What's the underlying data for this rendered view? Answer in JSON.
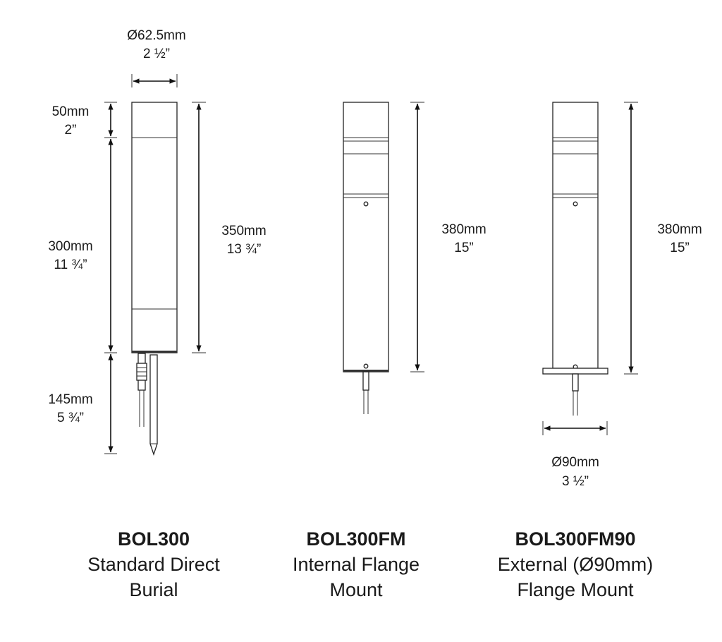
{
  "products": [
    {
      "model": "BOL300",
      "desc_line1": "Standard Direct",
      "desc_line2": "Burial",
      "dims": {
        "diameter_mm": "Ø62.5mm",
        "diameter_in": "2 ½”",
        "head_mm": "50mm",
        "head_in": "2”",
        "body_mm": "300mm",
        "body_in": "11 ¾”",
        "total_mm": "350mm",
        "total_in": "13 ¾”",
        "spike_mm": "145mm",
        "spike_in": "5 ¾”"
      }
    },
    {
      "model": "BOL300FM",
      "desc_line1": "Internal Flange",
      "desc_line2": "Mount",
      "dims": {
        "total_mm": "380mm",
        "total_in": "15”"
      }
    },
    {
      "model": "BOL300FM90",
      "desc_line1": "External (Ø90mm)",
      "desc_line2": "Flange Mount",
      "dims": {
        "total_mm": "380mm",
        "total_in": "15”",
        "flange_mm": "Ø90mm",
        "flange_in": "3 ½”"
      }
    }
  ]
}
